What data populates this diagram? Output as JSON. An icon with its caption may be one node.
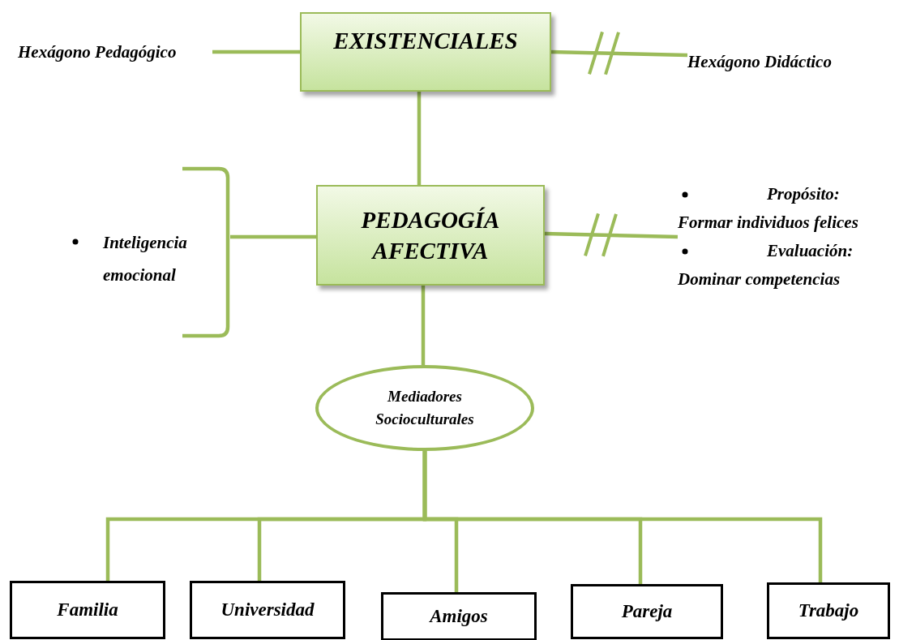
{
  "diagram": {
    "nodes": [
      {
        "text": [
          "EXISTENCIALES"
        ]
      },
      {
        "text": [
          "Hexágono Pedagógico"
        ]
      },
      {
        "text": [
          "Hexágono Didáctico"
        ]
      },
      {
        "text": [
          "PEDAGOGÍA AFECTIVA"
        ]
      },
      {
        "text": [
          "Inteligencia emocional"
        ]
      },
      {
        "text": [
          "Propósito: Formar individuos felices",
          "Evaluación: Dominar competencias"
        ]
      },
      {
        "text": [
          "Mediadores Socioculturales"
        ]
      },
      {
        "text": [
          "Familia"
        ]
      },
      {
        "text": [
          "Universidad"
        ]
      },
      {
        "text": [
          "Amigos"
        ]
      },
      {
        "text": [
          "Pareja"
        ]
      },
      {
        "text": [
          "Trabajo"
        ]
      }
    ],
    "edges": [
      {
        "from": 1,
        "to": 0,
        "arrow": "none"
      },
      {
        "from": 0,
        "to": 2,
        "arrow": "none"
      },
      {
        "from": 0,
        "to": 3,
        "arrow": "none"
      },
      {
        "from": 4,
        "to": 3,
        "arrow": "none"
      },
      {
        "from": 3,
        "to": 5,
        "arrow": "none"
      },
      {
        "from": 3,
        "to": 6,
        "arrow": "none"
      },
      {
        "from": 6,
        "to": 7,
        "arrow": "none"
      },
      {
        "from": 6,
        "to": 8,
        "arrow": "none"
      },
      {
        "from": 6,
        "to": 9,
        "arrow": "none"
      },
      {
        "from": 6,
        "to": 10,
        "arrow": "none"
      },
      {
        "from": 6,
        "to": 11,
        "arrow": "none"
      }
    ]
  }
}
